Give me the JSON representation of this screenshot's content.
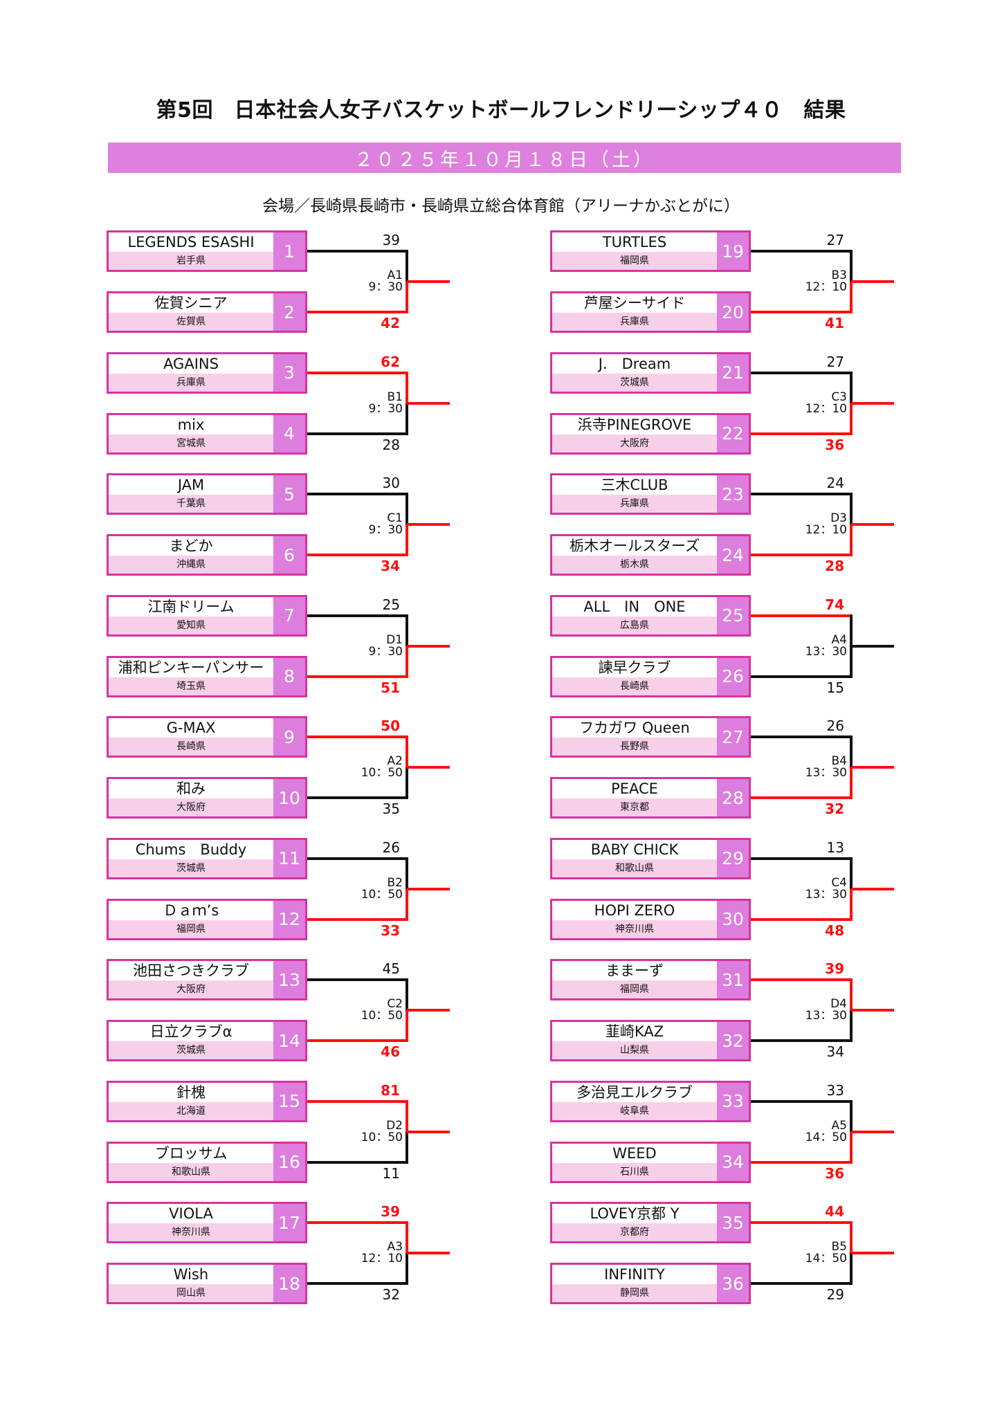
{
  "header": {
    "title": "第5回　日本社会人女子バスケットボールフレンドリーシップ４０　結果",
    "date": "２０２５年１０月１８日（土）",
    "venue": "会場／長崎県長崎市・長崎県立総合体育館（アリーナかぶとがに）"
  },
  "colors": {
    "banner": "#de80de",
    "box_border": "#d6339f",
    "seed_bg": "#dd7ddd",
    "pref_bg": "#f8cfe8",
    "winner": "#ff0f0f",
    "loser": "#111111"
  },
  "matches": [
    {
      "id": "A1",
      "time": "9：30",
      "col": "left",
      "teams": [
        {
          "seed": "1",
          "name": "LEGENDS ESASHI",
          "pref": "岩手県",
          "score": "39"
        },
        {
          "seed": "2",
          "name": "佐賀シニア",
          "pref": "佐賀県",
          "score": "42"
        }
      ],
      "winner": 1
    },
    {
      "id": "B1",
      "time": "9：30",
      "col": "left",
      "teams": [
        {
          "seed": "3",
          "name": "AGAINS",
          "pref": "兵庫県",
          "score": "62"
        },
        {
          "seed": "4",
          "name": "mix",
          "pref": "宮城県",
          "score": "28"
        }
      ],
      "winner": 0
    },
    {
      "id": "C1",
      "time": "9：30",
      "col": "left",
      "teams": [
        {
          "seed": "5",
          "name": "JAM",
          "pref": "千葉県",
          "score": "30"
        },
        {
          "seed": "6",
          "name": "まどか",
          "pref": "沖縄県",
          "score": "34"
        }
      ],
      "winner": 1
    },
    {
      "id": "D1",
      "time": "9：30",
      "col": "left",
      "teams": [
        {
          "seed": "7",
          "name": "江南ドリーム",
          "pref": "愛知県",
          "score": "25"
        },
        {
          "seed": "8",
          "name": "浦和ピンキーパンサー",
          "pref": "埼玉県",
          "score": "51"
        }
      ],
      "winner": 1
    },
    {
      "id": "A2",
      "time": "10：50",
      "col": "left",
      "teams": [
        {
          "seed": "9",
          "name": "G-MAX",
          "pref": "長崎県",
          "score": "50"
        },
        {
          "seed": "10",
          "name": "和み",
          "pref": "大阪府",
          "score": "35"
        }
      ],
      "winner": 0
    },
    {
      "id": "B2",
      "time": "10：50",
      "col": "left",
      "teams": [
        {
          "seed": "11",
          "name": "Chums　Buddy",
          "pref": "茨城県",
          "score": "26"
        },
        {
          "seed": "12",
          "name": "Ｄａｍ’s",
          "pref": "福岡県",
          "score": "33"
        }
      ],
      "winner": 1
    },
    {
      "id": "C2",
      "time": "10：50",
      "col": "left",
      "teams": [
        {
          "seed": "13",
          "name": "池田さつきクラブ",
          "pref": "大阪府",
          "score": "45"
        },
        {
          "seed": "14",
          "name": "日立クラブα",
          "pref": "茨城県",
          "score": "46"
        }
      ],
      "winner": 1
    },
    {
      "id": "D2",
      "time": "10：50",
      "col": "left",
      "teams": [
        {
          "seed": "15",
          "name": "針槐",
          "pref": "北海道",
          "score": "81"
        },
        {
          "seed": "16",
          "name": "ブロッサム",
          "pref": "和歌山県",
          "score": "11"
        }
      ],
      "winner": 0
    },
    {
      "id": "A3",
      "time": "12：10",
      "col": "left",
      "teams": [
        {
          "seed": "17",
          "name": "VIOLA",
          "pref": "神奈川県",
          "score": "39"
        },
        {
          "seed": "18",
          "name": "Wish",
          "pref": "岡山県",
          "score": "32"
        }
      ],
      "winner": 0
    },
    {
      "id": "B3",
      "time": "12：10",
      "col": "right",
      "teams": [
        {
          "seed": "19",
          "name": "TURTLES",
          "pref": "福岡県",
          "score": "27"
        },
        {
          "seed": "20",
          "name": "芦屋シーサイド",
          "pref": "兵庫県",
          "score": "41"
        }
      ],
      "winner": 1
    },
    {
      "id": "C3",
      "time": "12：10",
      "col": "right",
      "teams": [
        {
          "seed": "21",
          "name": "J.　Dream",
          "pref": "茨城県",
          "score": "27"
        },
        {
          "seed": "22",
          "name": "浜寺PINEGROVE",
          "pref": "大阪府",
          "score": "36"
        }
      ],
      "winner": 1
    },
    {
      "id": "D3",
      "time": "12：10",
      "col": "right",
      "teams": [
        {
          "seed": "23",
          "name": "三木CLUB",
          "pref": "兵庫県",
          "score": "24"
        },
        {
          "seed": "24",
          "name": "栃木オールスターズ",
          "pref": "栃木県",
          "score": "28"
        }
      ],
      "winner": 1
    },
    {
      "id": "A4",
      "time": "13：30",
      "col": "right",
      "teams": [
        {
          "seed": "25",
          "name": "ALL　IN　ONE",
          "pref": "広島県",
          "score": "74"
        },
        {
          "seed": "26",
          "name": "諫早クラブ",
          "pref": "長崎県",
          "score": "15"
        }
      ],
      "winner": 0,
      "advance_line_red": false
    },
    {
      "id": "B4",
      "time": "13：30",
      "col": "right",
      "teams": [
        {
          "seed": "27",
          "name": "フカガワ Queen",
          "pref": "長野県",
          "score": "26"
        },
        {
          "seed": "28",
          "name": "PEACE",
          "pref": "東京都",
          "score": "32"
        }
      ],
      "winner": 1
    },
    {
      "id": "C4",
      "time": "13：30",
      "col": "right",
      "teams": [
        {
          "seed": "29",
          "name": "BABY CHICK",
          "pref": "和歌山県",
          "score": "13"
        },
        {
          "seed": "30",
          "name": "HOPI ZERO",
          "pref": "神奈川県",
          "score": "48"
        }
      ],
      "winner": 1
    },
    {
      "id": "D4",
      "time": "13：30",
      "col": "right",
      "teams": [
        {
          "seed": "31",
          "name": "ままーず",
          "pref": "福岡県",
          "score": "39"
        },
        {
          "seed": "32",
          "name": "韮崎KAZ",
          "pref": "山梨県",
          "score": "34"
        }
      ],
      "winner": 0
    },
    {
      "id": "A5",
      "time": "14：50",
      "col": "right",
      "teams": [
        {
          "seed": "33",
          "name": "多治見エルクラブ",
          "pref": "岐阜県",
          "score": "33"
        },
        {
          "seed": "34",
          "name": "WEED",
          "pref": "石川県",
          "score": "36"
        }
      ],
      "winner": 1
    },
    {
      "id": "B5",
      "time": "14：50",
      "col": "right",
      "teams": [
        {
          "seed": "35",
          "name": "LOVEY京都 Y",
          "pref": "京都府",
          "score": "44"
        },
        {
          "seed": "36",
          "name": "INFINITY",
          "pref": "静岡県",
          "score": "29"
        }
      ],
      "winner": 0
    }
  ]
}
